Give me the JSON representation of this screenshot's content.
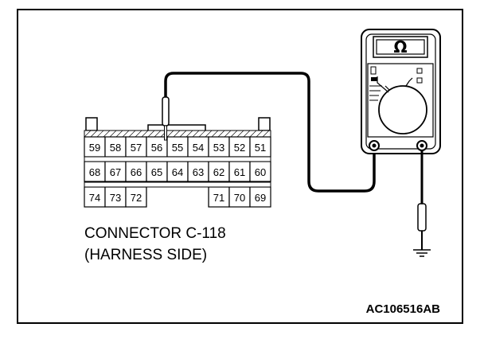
{
  "connector": {
    "rows": [
      [
        "59",
        "58",
        "57",
        "56",
        "55",
        "54",
        "53",
        "52",
        "51"
      ],
      [
        "68",
        "67",
        "66",
        "65",
        "64",
        "63",
        "62",
        "61",
        "60"
      ],
      [
        "74",
        "73",
        "72",
        "",
        "",
        "",
        "71",
        "70",
        "69"
      ]
    ],
    "probe_pin": "56",
    "label_line1": "CONNECTOR C-118",
    "label_line2": "(HARNESS SIDE)"
  },
  "meter": {
    "function_symbol": "Ω"
  },
  "figure_code": "AC106516AB"
}
